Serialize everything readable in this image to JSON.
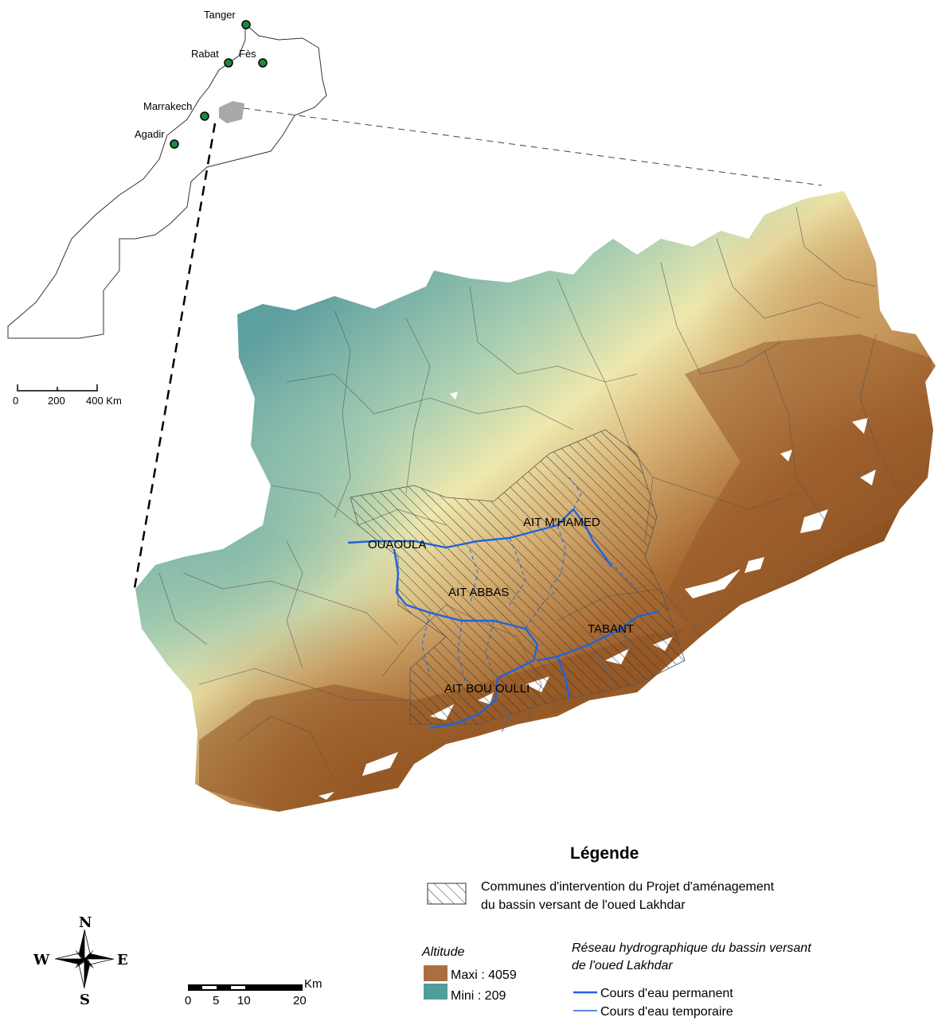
{
  "inset": {
    "cities": [
      {
        "name": "Tanger"
      },
      {
        "name": "Rabat"
      },
      {
        "name": "Fès"
      },
      {
        "name": "Marrakech"
      },
      {
        "name": "Agadir"
      }
    ],
    "scale": {
      "ticks": [
        "0",
        "200",
        "400 Km"
      ]
    }
  },
  "main": {
    "communes": [
      "OUAOULA",
      "AIT M'HAMED",
      "AIT ABBAS",
      "TABANT",
      "AIT BOU OULLI"
    ]
  },
  "legend": {
    "title": "Légende",
    "hatch_label_line1": "Communes d'intervention du Projet d'aménagement",
    "hatch_label_line2": "du bassin versant de l'oued Lakhdar",
    "altitude_title": "Altitude",
    "altitude_max": "Maxi : 4059",
    "altitude_min": "Mini : 209",
    "network_title_line1": "Réseau hydrographique du bassin versant",
    "network_title_line2": "de l'oued Lakhdar",
    "permanent": "Cours d'eau permanent",
    "temporary": "Cours d'eau temporaire"
  },
  "scalebar": {
    "unit": "Km",
    "ticks": [
      "0",
      "5",
      "10",
      "20"
    ]
  },
  "compass": {
    "n": "N",
    "s": "S",
    "e": "E",
    "w": "W"
  },
  "colors": {
    "low": "#4f9e9c",
    "mid": "#e8e4a8",
    "high": "#8e531f",
    "river": "#1f63e0",
    "city": "#1a8a3a"
  }
}
